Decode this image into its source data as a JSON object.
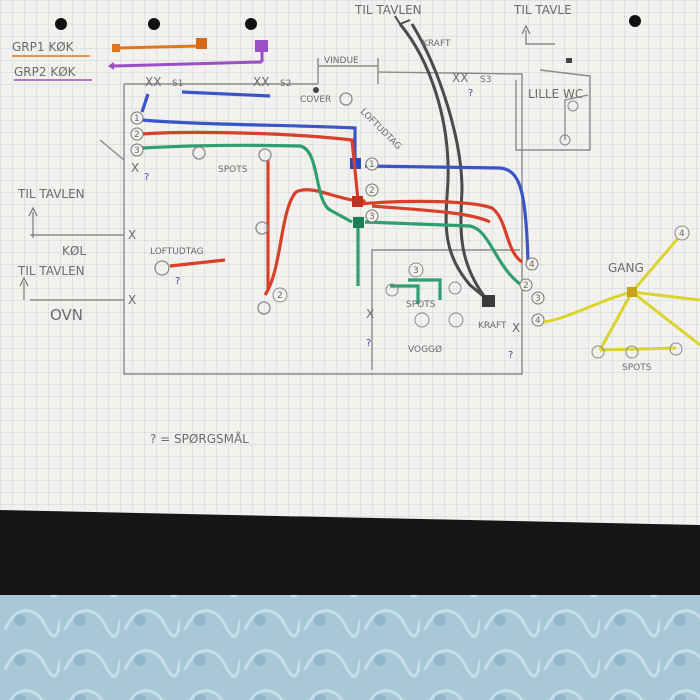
{
  "legend": {
    "grp1": {
      "label": "GRP1 KØK",
      "color": "#e2761b"
    },
    "grp2": {
      "label": "GRP2 KØK",
      "color": "#9b4fc4"
    }
  },
  "labels": {
    "til_tavlen_top": "TIL TAVLEN",
    "til_tavle_right": "TIL TAVLE",
    "til_tavlen_left1": "TIL TAVLEN",
    "til_tavlen_left2": "TIL TAVLEN",
    "kraft_top": "KRAFT",
    "kraft_bottom": "KRAFT",
    "vindue": "VINDUE",
    "s1": "S1",
    "s2": "S2",
    "s3": "S3",
    "lille_wc": "LILLE WC",
    "kol": "KØL",
    "ovn": "OVN",
    "loftudtag_left": "LOFTUDTAG",
    "loftudtag_center": "LOFTUDTAG",
    "spots_center": "SPOTS",
    "spots_vogg": "SPOTS",
    "spots_gang": "SPOTS",
    "vogg": "VOGGØ",
    "gang": "GANG",
    "cover": "COVER",
    "question": "?",
    "footnote": "? = SPØRGSMÅL"
  },
  "circle_numbers": {
    "n1": "1",
    "n2": "2",
    "n3": "3",
    "n4": "4",
    "r1": "1",
    "r2": "2",
    "r3": "3",
    "r4": "4",
    "c2": "2",
    "c3": "3",
    "g4": "4"
  },
  "colors": {
    "paper": "#f2f1ee",
    "grid": "#bfc9d6",
    "pencil": "#6b6b6b",
    "blue": "#3a55c8",
    "red": "#d8402a",
    "green": "#2f9e73",
    "yellow": "#d9d42e",
    "graphite": "#4a4a4a",
    "binder": "#161616",
    "tablecloth": "#9fc2d4"
  }
}
